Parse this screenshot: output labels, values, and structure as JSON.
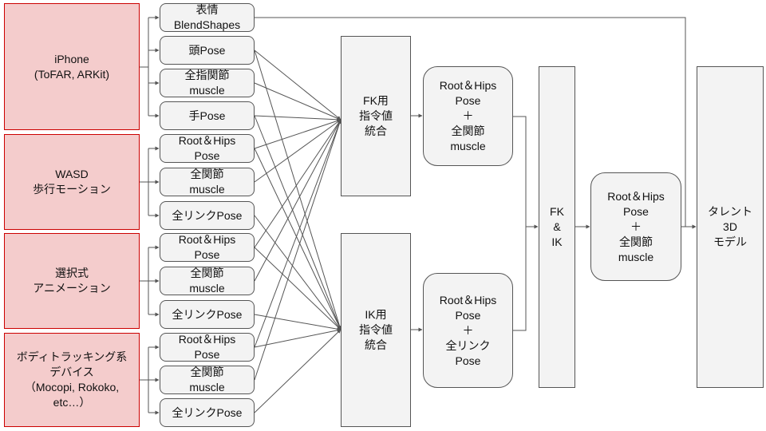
{
  "sources": {
    "iphone": [
      "iPhone",
      "(ToFAR, ARKit)"
    ],
    "wasd": [
      "WASD",
      "歩行モーション"
    ],
    "anim": [
      "選択式",
      "アニメーション"
    ],
    "body": [
      "ボディトラッキング系",
      "デバイス",
      "（Mocopi, Rokoko,",
      "etc…）"
    ]
  },
  "outputs": {
    "blendshapes": [
      "表情",
      "BlendShapes"
    ],
    "head_pose": [
      "頭Pose"
    ],
    "finger_muscle": [
      "全指関節",
      "muscle"
    ],
    "hand_pose": [
      "手Pose"
    ],
    "wasd_roothips": [
      "Root＆Hips",
      "Pose"
    ],
    "wasd_muscle": [
      "全関節",
      "muscle"
    ],
    "wasd_link": [
      "全リンクPose"
    ],
    "anim_roothips": [
      "Root＆Hips",
      "Pose"
    ],
    "anim_muscle": [
      "全関節",
      "muscle"
    ],
    "anim_link": [
      "全リンクPose"
    ],
    "body_roothips": [
      "Root＆Hips",
      "Pose"
    ],
    "body_muscle": [
      "全関節",
      "muscle"
    ],
    "body_link": [
      "全リンクPose"
    ]
  },
  "merge": {
    "fk": [
      "FK用",
      "指令値",
      "統合"
    ],
    "ik": [
      "IK用",
      "指令値",
      "統合"
    ]
  },
  "results": {
    "fk": [
      "Root＆Hips",
      "Pose",
      "＋",
      "全関節",
      "muscle"
    ],
    "ik": [
      "Root＆Hips",
      "Pose",
      "＋",
      "全リンク",
      "Pose"
    ]
  },
  "fkik": [
    "FK",
    "&",
    "IK"
  ],
  "final": [
    "Root＆Hips",
    "Pose",
    "＋",
    "全関節",
    "muscle"
  ],
  "model": [
    "タレント",
    "3D",
    "モデル"
  ],
  "colors": {
    "source_fill": "#f4cccc",
    "source_border": "#cc0000",
    "node_fill": "#f3f3f3",
    "line": "#555555"
  }
}
